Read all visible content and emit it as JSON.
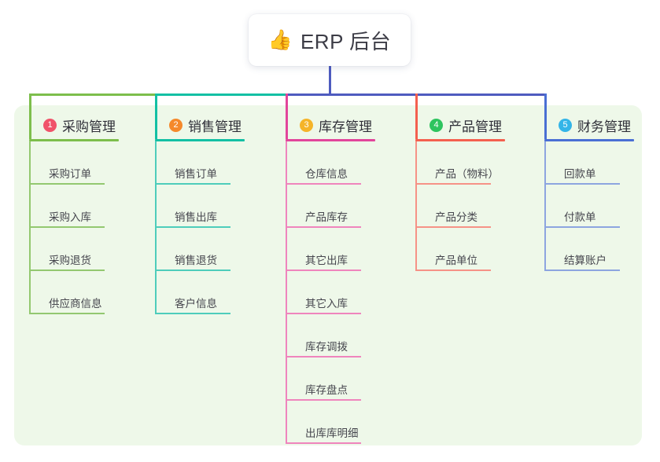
{
  "root": {
    "icon": "thumbs-up-icon",
    "emoji": "👍",
    "title": "ERP 后台"
  },
  "colors": {
    "panel_bg": "#eef8e9",
    "page_bg": "#ffffff",
    "root_stem": "#4e5bbf",
    "bar_green": "#7dbe4c",
    "bar_teal": "#13c0a4",
    "bar_indigo": "#4e5bbf"
  },
  "columns": [
    {
      "index": "1",
      "title": "采购管理",
      "badge_color": "#f0536a",
      "rule_color": "#7dbe4c",
      "line_color": "#93c870",
      "drop_color": "#7dbe4c",
      "items": [
        "采购订单",
        "采购入库",
        "采购退货",
        "供应商信息"
      ]
    },
    {
      "index": "2",
      "title": "销售管理",
      "badge_color": "#f5892b",
      "rule_color": "#13c0a4",
      "line_color": "#4ecdbb",
      "drop_color": "#13c0a4",
      "items": [
        "销售订单",
        "销售出库",
        "销售退货",
        "客户信息"
      ]
    },
    {
      "index": "3",
      "title": "库存管理",
      "badge_color": "#f5b429",
      "rule_color": "#e2459b",
      "line_color": "#ef85bd",
      "drop_color": "#e2459b",
      "items": [
        "仓库信息",
        "产品库存",
        "其它出库",
        "其它入库",
        "库存调拨",
        "库存盘点",
        "出库库明细"
      ]
    },
    {
      "index": "4",
      "title": "产品管理",
      "badge_color": "#2ec45f",
      "rule_color": "#f4604f",
      "line_color": "#f69287",
      "drop_color": "#f4604f",
      "items": [
        "产品（物料）",
        "产品分类",
        "产品单位"
      ]
    },
    {
      "index": "5",
      "title": "财务管理",
      "badge_color": "#33b5e8",
      "rule_color": "#4a6fd4",
      "line_color": "#8da5e0",
      "drop_color": "#4a6fd4",
      "items": [
        "回款单",
        "付款单",
        "结算账户"
      ]
    }
  ]
}
